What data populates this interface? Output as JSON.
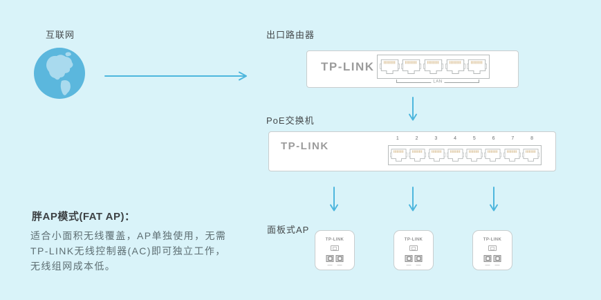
{
  "colors": {
    "background": "#d9f3f9",
    "arrow": "#4db6dd",
    "globe": "#5bb7dd",
    "globe_land": "#a9daee",
    "device_border": "#c9cdce",
    "brand_gray": "#9b9b9b"
  },
  "internet": {
    "label": "互联网"
  },
  "router": {
    "label": "出口路由器",
    "brand": "TP-LINK",
    "lan_label": "LAN",
    "port_count": 5
  },
  "poe_switch": {
    "label": "PoE交换机",
    "brand": "TP-LINK",
    "port_numbers": [
      "1",
      "2",
      "3",
      "4",
      "5",
      "6",
      "7",
      "8"
    ]
  },
  "panel_ap": {
    "label": "面板式AP",
    "brand": "TP-LINK",
    "count": 3
  },
  "description": {
    "title": "胖AP模式(FAT AP)：",
    "lines": [
      "适合小面积无线覆盖，AP单独使用，无需",
      "TP-LINK无线控制器(AC)即可独立工作，",
      "无线组网成本低。"
    ]
  }
}
